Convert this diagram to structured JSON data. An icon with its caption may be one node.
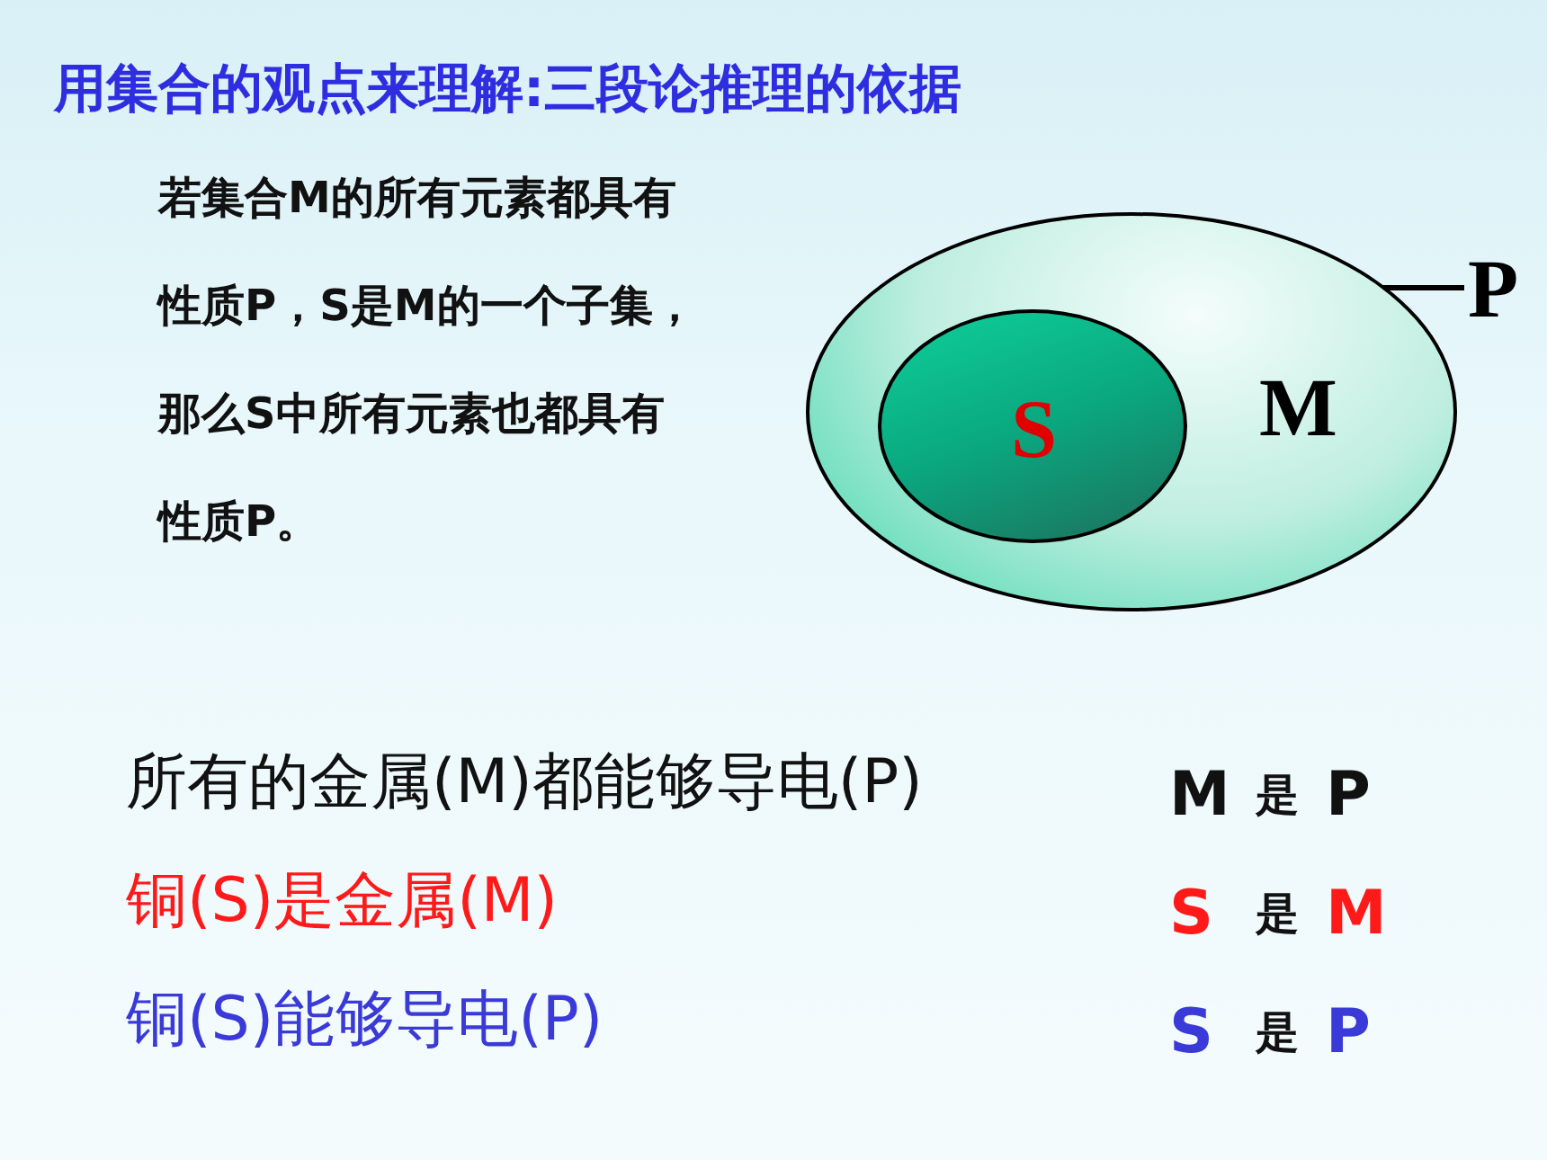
{
  "diagram": {
    "title": "用集合的观点来理解:三段论推理的依据",
    "nodes": [
      {
        "text": [
          "M"
        ]
      },
      {
        "text": [
          "S"
        ],
        "in": 0
      },
      {
        "text": [
          "P"
        ]
      }
    ],
    "edges": [
      {
        "from": 2,
        "to": 0,
        "arrow": "none"
      }
    ],
    "labels": [
      "若集合M的所有元素都具有性质P，S是M的一个子集，那么S中所有元素也都具有性质P。",
      "所有的金属(M)都能够导电(P)",
      "铜(S)是金属(M)",
      "铜(S)能够导电(P)",
      "M",
      "是",
      "P",
      "S",
      "是",
      "M",
      "S",
      "是",
      "P"
    ]
  }
}
